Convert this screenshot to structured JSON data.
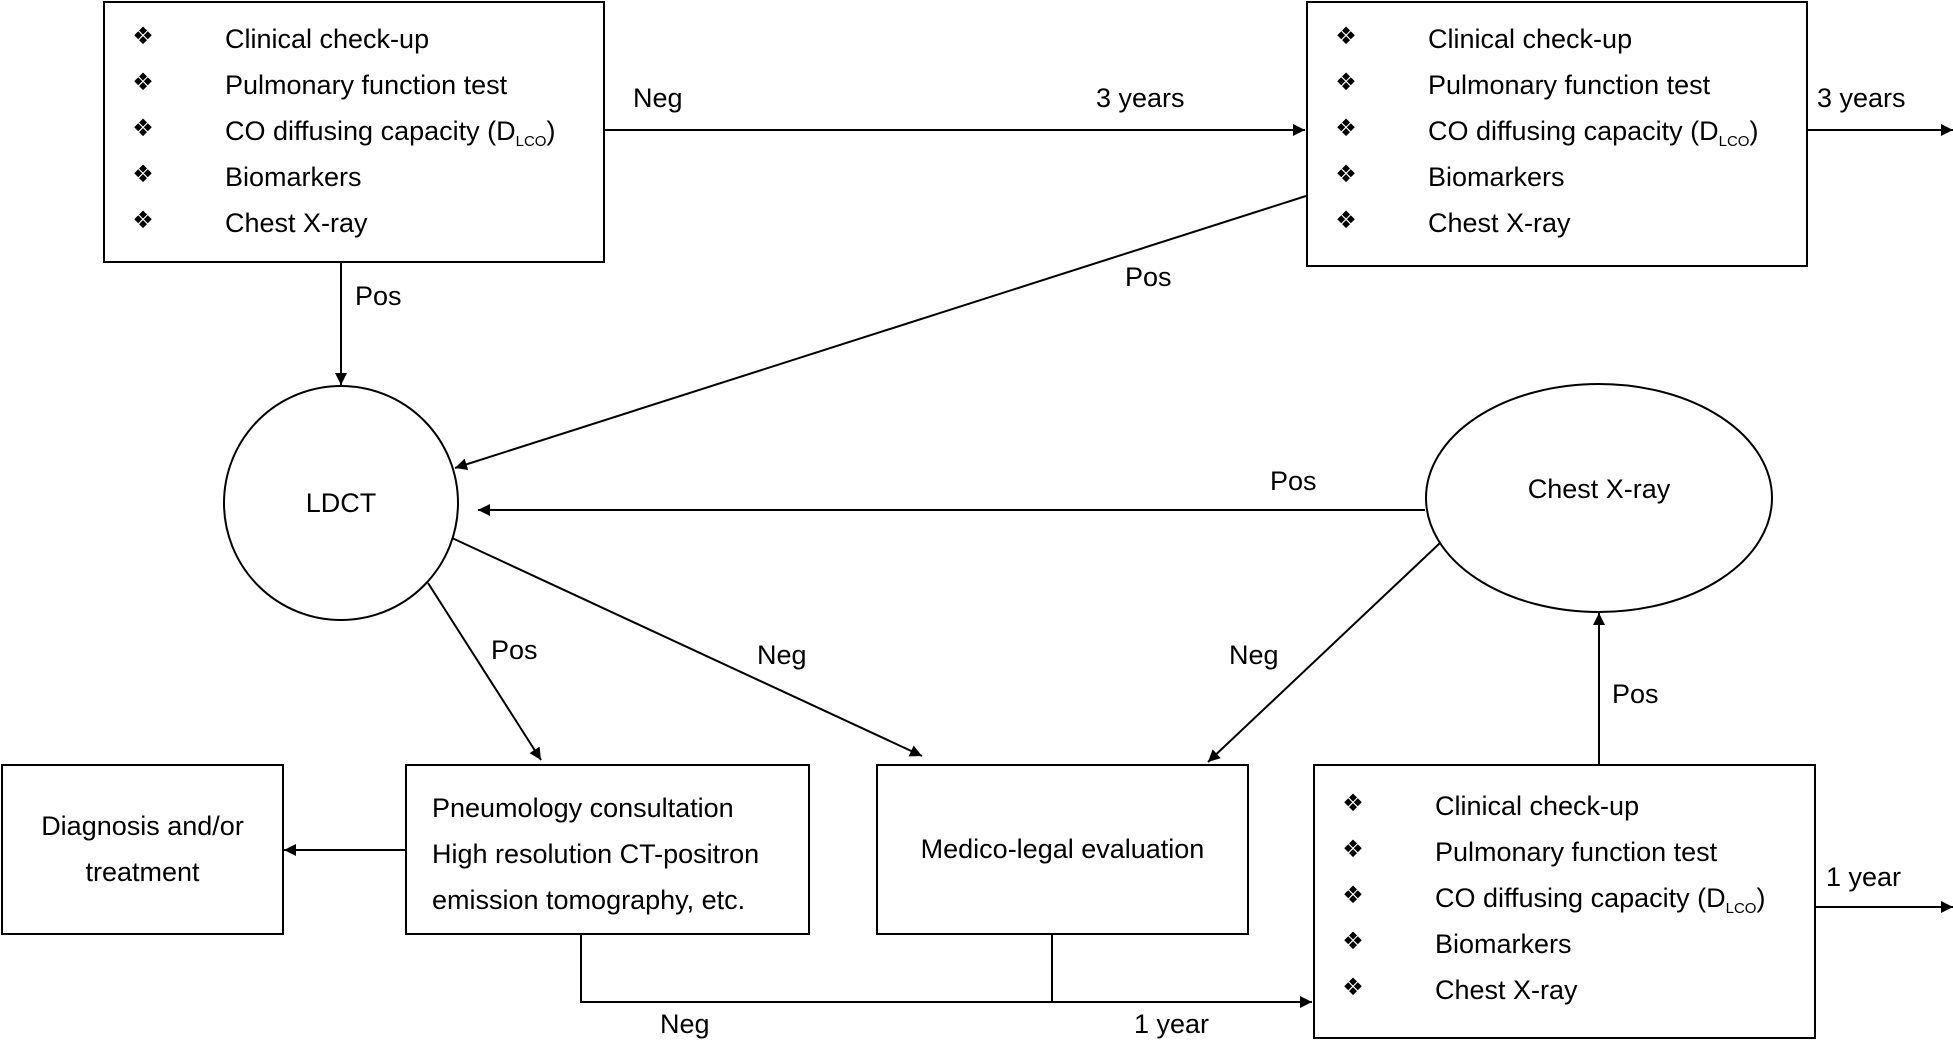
{
  "checkup_items": [
    {
      "bullet": "❖",
      "label": "Clinical check-up"
    },
    {
      "bullet": "❖",
      "label": "Pulmonary function test"
    },
    {
      "bullet": "❖",
      "label": "CO diffusing capacity (D",
      "sub": "LCO",
      "after": ")"
    },
    {
      "bullet": "❖",
      "label": "Biomarkers"
    },
    {
      "bullet": "❖",
      "label": "Chest X-ray"
    }
  ],
  "nodes": {
    "ldct": "LDCT",
    "chest_xray": "Chest X-ray",
    "diagnosis": [
      "Diagnosis and/or",
      "treatment"
    ],
    "pneumology": [
      "Pneumology consultation",
      "High resolution CT-positron",
      "emission tomography, etc."
    ],
    "medico_legal": "Medico-legal evaluation"
  },
  "edge_labels": {
    "top_neg": "Neg",
    "top_3years": "3 years",
    "right_3years": "3 years",
    "left_pos": "Pos",
    "diag_pos": "Pos",
    "xray_pos": "Pos",
    "ldct_pos": "Pos",
    "ldct_neg": "Neg",
    "xray_neg": "Neg",
    "bottom_pos": "Pos",
    "bottom_neg": "Neg",
    "bottom_1year": "1 year",
    "right_1year": "1 year"
  }
}
